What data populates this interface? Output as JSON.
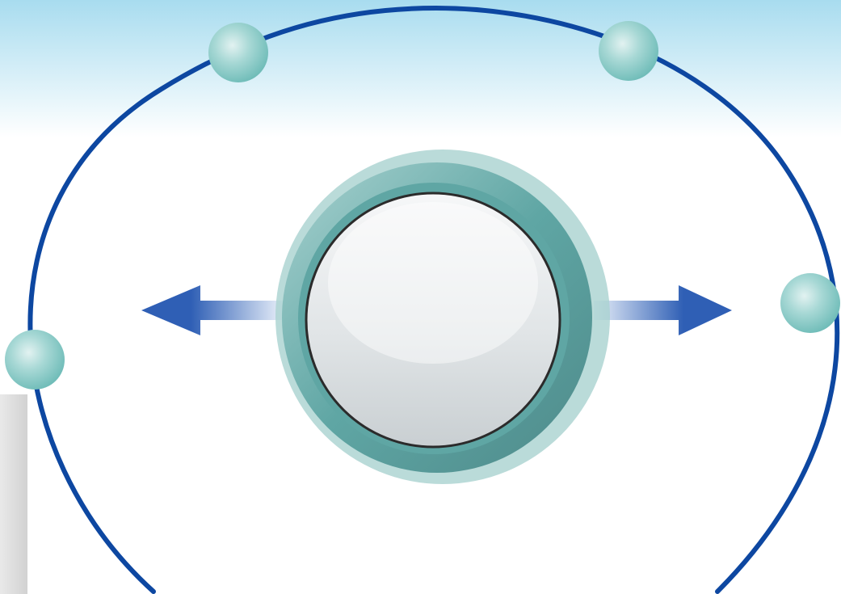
{
  "diagram": {
    "colors": {
      "sky_top": "#a8dcef",
      "sky_bottom": "#ffffff",
      "orbit_stroke": "#0d47a1",
      "arrow_blue": "#2f5fb5",
      "arrow_light": "#e8eff9",
      "ring_dark": "#4e8a8a",
      "ring_mid": "#5fa6a4",
      "ring_light": "#a9d2d0",
      "ring_outline": "#2b2b2b",
      "center_light": "#f6f7f8",
      "center_dark": "#c9cfd2",
      "bead_dark": "#6fbcb8",
      "bead_light": "#e2f2f1",
      "panel_light": "#e9e9e9",
      "panel_dark": "#d2d2d2"
    },
    "parts": {
      "orbit": "orbit-path",
      "nucleus": "central-sphere",
      "arrows": [
        "left-arrow",
        "right-arrow"
      ],
      "beads": [
        "bead-top-left",
        "bead-top-right",
        "bead-right",
        "bead-left"
      ]
    }
  }
}
